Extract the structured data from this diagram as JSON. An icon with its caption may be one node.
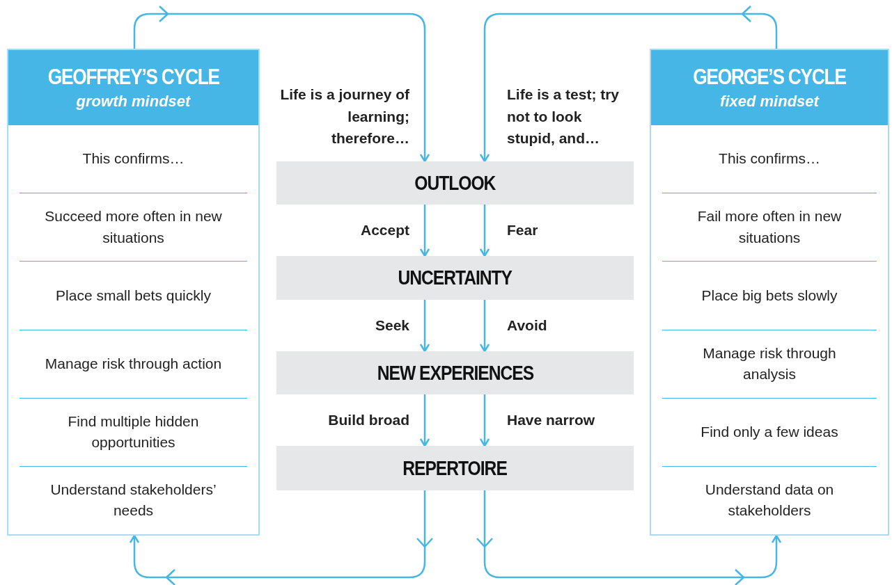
{
  "diagram": {
    "nodes": [
      {
        "text": [
          "GEOFFREY’S CYCLE",
          "growth mindset"
        ]
      },
      {
        "text": [
          "This confirms…"
        ],
        "in": 0
      },
      {
        "text": [
          "Succeed more often in new situations"
        ],
        "in": 0
      },
      {
        "text": [
          "Place small bets quickly"
        ],
        "in": 0
      },
      {
        "text": [
          "Manage risk through action"
        ],
        "in": 0
      },
      {
        "text": [
          "Find multiple hidden opportunities"
        ],
        "in": 0
      },
      {
        "text": [
          "Understand stakeholders’ needs"
        ],
        "in": 0
      },
      {
        "text": [
          "GEORGE’S CYCLE",
          "fixed mindset"
        ]
      },
      {
        "text": [
          "This confirms…"
        ],
        "in": 7
      },
      {
        "text": [
          "Fail more often in new situations"
        ],
        "in": 7
      },
      {
        "text": [
          "Place big bets slowly"
        ],
        "in": 7
      },
      {
        "text": [
          "Manage risk through analysis"
        ],
        "in": 7
      },
      {
        "text": [
          "Find only a few ideas"
        ],
        "in": 7
      },
      {
        "text": [
          "Understand data on stakeholders"
        ],
        "in": 7
      },
      {
        "text": [
          "OUTLOOK"
        ]
      },
      {
        "text": [
          "UNCERTAINTY"
        ]
      },
      {
        "text": [
          "NEW EXPERIENCES"
        ]
      },
      {
        "text": [
          "REPERTOIRE"
        ]
      }
    ],
    "edges": [
      {
        "from": 0,
        "to": 14,
        "arrow": "to",
        "label": "Life is a journey of learning; therefore…"
      },
      {
        "from": 14,
        "to": 15,
        "arrow": "to",
        "label": "Accept"
      },
      {
        "from": 15,
        "to": 16,
        "arrow": "to",
        "label": "Seek"
      },
      {
        "from": 16,
        "to": 17,
        "arrow": "to",
        "label": "Build broad"
      },
      {
        "from": 17,
        "to": 0,
        "arrow": "to"
      },
      {
        "from": 7,
        "to": 14,
        "arrow": "to",
        "label": "Life is a test; try not to look stupid, and…"
      },
      {
        "from": 14,
        "to": 15,
        "arrow": "to",
        "label": "Fear"
      },
      {
        "from": 15,
        "to": 16,
        "arrow": "to",
        "label": "Avoid"
      },
      {
        "from": 16,
        "to": 17,
        "arrow": "to",
        "label": "Have narrow"
      },
      {
        "from": 17,
        "to": 7,
        "arrow": "to"
      }
    ]
  }
}
